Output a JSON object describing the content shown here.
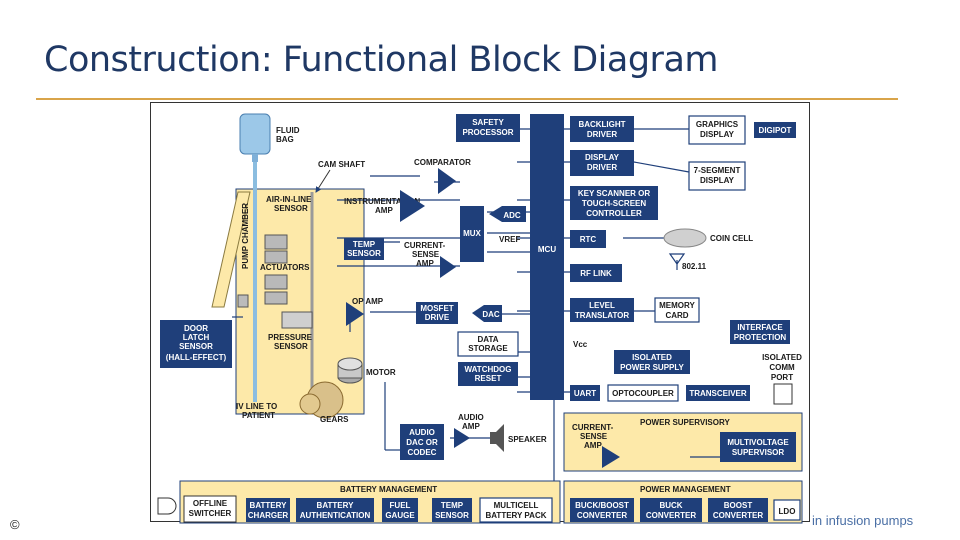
{
  "slide": {
    "title": "Construction:  Functional Block Diagram",
    "copyright": "©",
    "footer_text": "in infusion pumps"
  },
  "colors": {
    "title": "#1f3864",
    "rule": "#d9a44a",
    "block": "#1f3f7a",
    "section_fill": "#fde9a9"
  },
  "diagram": {
    "safety_processor": [
      "SAFETY",
      "PROCESSOR"
    ],
    "mcu": "MCU",
    "backlight_driver": [
      "BACKLIGHT",
      "DRIVER"
    ],
    "graphics_display": [
      "GRAPHICS",
      "DISPLAY"
    ],
    "digipot": "DIGIPOT",
    "display_driver": [
      "DISPLAY",
      "DRIVER"
    ],
    "seven_segment": [
      "7-SEGMENT",
      "DISPLAY"
    ],
    "key_scanner": [
      "KEY SCANNER OR",
      "TOUCH-SCREEN",
      "CONTROLLER"
    ],
    "rtc": "RTC",
    "coin_cell": "COIN CELL",
    "rf_link": "RF LINK",
    "wifi": "802.11",
    "level_translator": [
      "LEVEL",
      "TRANSLATOR"
    ],
    "memory_card": [
      "MEMORY",
      "CARD"
    ],
    "interface_protection": [
      "INTERFACE",
      "PROTECTION"
    ],
    "vcc": "Vcc",
    "isolated_power": [
      "ISOLATED",
      "POWER SUPPLY"
    ],
    "isolated_comm": [
      "ISOLATED",
      "COMM",
      "PORT"
    ],
    "uart": "UART",
    "optocoupler": "OPTOCOUPLER",
    "transceiver": "TRANSCEIVER",
    "fluid_bag": [
      "FLUID",
      "BAG"
    ],
    "cam_shaft": "CAM SHAFT",
    "comparator": "COMPARATOR",
    "pump_chamber": "PUMP CHAMBER",
    "air_sensor": [
      "AIR-IN-LINE",
      "SENSOR"
    ],
    "instrumentation_amp": [
      "INSTRUMENTATION",
      "AMP"
    ],
    "adc": "ADC",
    "mux": "MUX",
    "vref": "VREF",
    "temp_sensor": [
      "TEMP",
      "SENSOR"
    ],
    "current_sense_amp": [
      "CURRENT-",
      "SENSE",
      "AMP"
    ],
    "actuators": "ACTUATORS",
    "op_amp": "OP AMP",
    "mosfet_drive": [
      "MOSFET",
      "DRIVE"
    ],
    "dac": "DAC",
    "data_storage": [
      "DATA",
      "STORAGE"
    ],
    "watchdog_reset": [
      "WATCHDOG",
      "RESET"
    ],
    "door_latch": [
      "DOOR",
      "LATCH",
      "SENSOR",
      "(HALL-EFFECT)"
    ],
    "pressure_sensor": [
      "PRESSURE",
      "SENSOR"
    ],
    "motor": "MOTOR",
    "gears": "GEARS",
    "iv_line": [
      "IV LINE TO",
      "PATIENT"
    ],
    "audio_amp": [
      "AUDIO",
      "AMP"
    ],
    "audio_codec": [
      "AUDIO",
      "DAC OR",
      "CODEC"
    ],
    "speaker": "SPEAKER",
    "power_supervisory": "POWER SUPERVISORY",
    "ps_current_sense": [
      "CURRENT-",
      "SENSE",
      "AMP"
    ],
    "multivoltage_supervisor": [
      "MULTIVOLTAGE",
      "SUPERVISOR"
    ],
    "battery_management": "BATTERY MANAGEMENT",
    "offline_switcher": [
      "OFFLINE",
      "SWITCHER"
    ],
    "battery_charger": [
      "BATTERY",
      "CHARGER"
    ],
    "battery_auth": [
      "BATTERY",
      "AUTHENTICATION"
    ],
    "fuel_gauge": [
      "FUEL",
      "GAUGE"
    ],
    "bm_temp_sensor": [
      "TEMP",
      "SENSOR"
    ],
    "multicell_pack": [
      "MULTICELL",
      "BATTERY PACK"
    ],
    "power_management": "POWER MANAGEMENT",
    "buck_boost": [
      "BUCK/BOOST",
      "CONVERTER"
    ],
    "buck_converter": [
      "BUCK",
      "CONVERTER"
    ],
    "boost_converter": [
      "BOOST",
      "CONVERTER"
    ],
    "ldo": "LDO"
  }
}
